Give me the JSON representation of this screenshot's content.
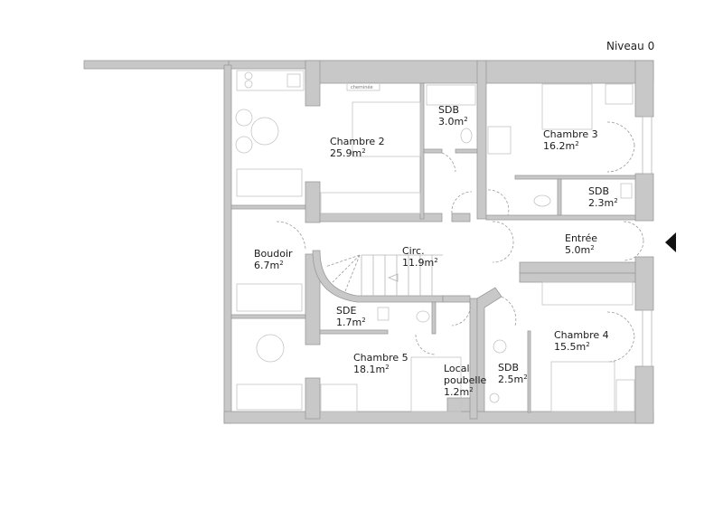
{
  "plan": {
    "level_title": "Niveau 0",
    "fireplace_label": "cheminée",
    "colors": {
      "wall": "#c8c8c8",
      "wall_stroke": "#9a9a9a",
      "background": "#ffffff",
      "text": "#1a1a1a"
    },
    "rooms": [
      {
        "id": "chambre2",
        "name": "Chambre 2",
        "area": "25.9m",
        "sup": "2"
      },
      {
        "id": "sdb1",
        "name": "SDB",
        "area": "3.0m",
        "sup": "2"
      },
      {
        "id": "chambre3",
        "name": "Chambre 3",
        "area": "16.2m",
        "sup": "2"
      },
      {
        "id": "sdb2",
        "name": "SDB",
        "area": "2.3m",
        "sup": "2"
      },
      {
        "id": "entree",
        "name": "Entrée",
        "area": "5.0m",
        "sup": "2"
      },
      {
        "id": "boudoir",
        "name": "Boudoir",
        "area": "6.7m",
        "sup": "2"
      },
      {
        "id": "circ",
        "name": "Circ.",
        "area": "11.9m",
        "sup": "2"
      },
      {
        "id": "sde",
        "name": "SDE",
        "area": "1.7m",
        "sup": "2"
      },
      {
        "id": "chambre5",
        "name": "Chambre 5",
        "area": "18.1m",
        "sup": "2"
      },
      {
        "id": "local",
        "name": "Local",
        "name2": "poubelle",
        "area": "1.2m",
        "sup": "2"
      },
      {
        "id": "sdb3",
        "name": "SDB",
        "area": "2.5m",
        "sup": "2"
      },
      {
        "id": "chambre4",
        "name": "Chambre 4",
        "area": "15.5m",
        "sup": "2"
      }
    ],
    "entry_marker": "entry-arrow"
  }
}
